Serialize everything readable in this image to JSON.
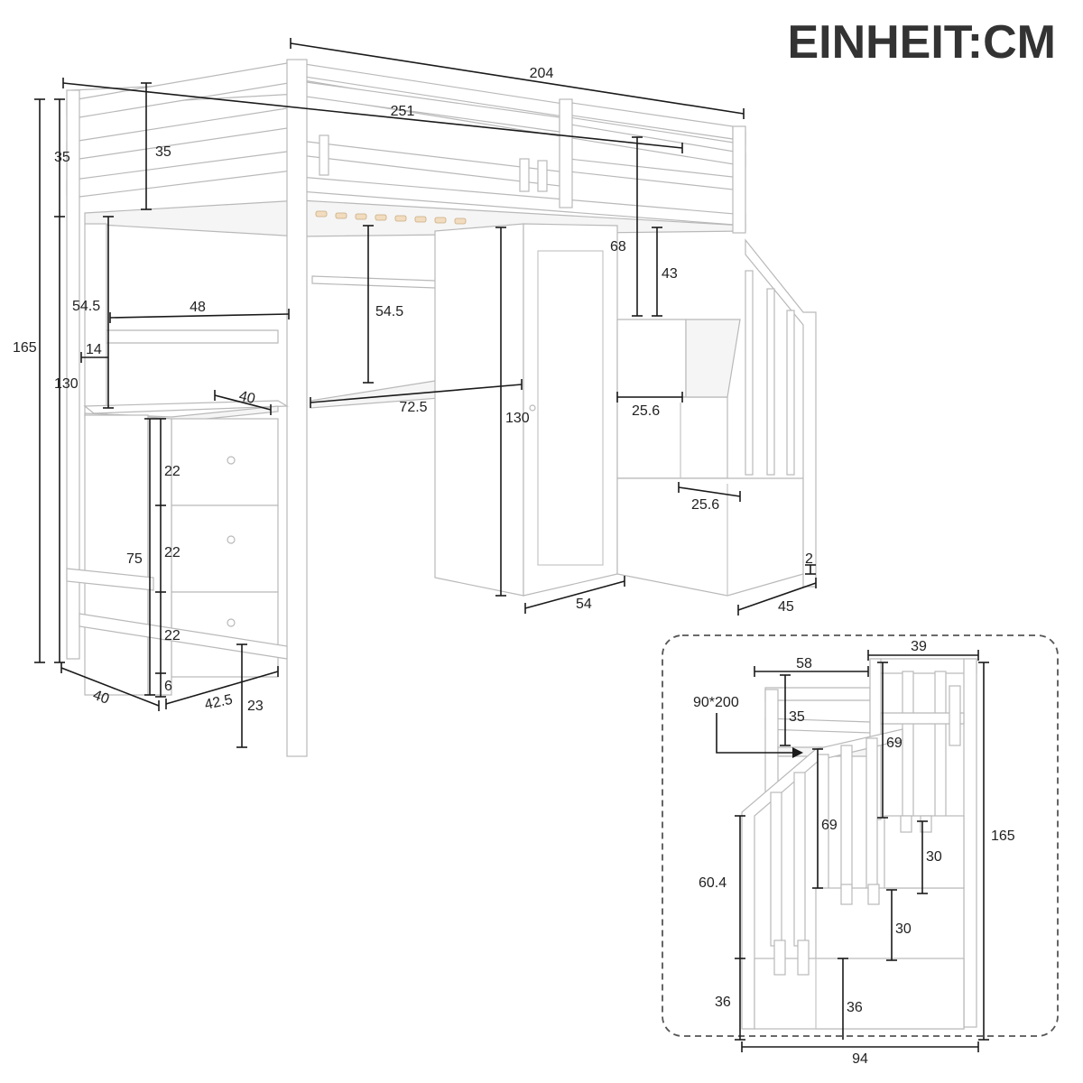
{
  "header": {
    "unit_title": "EINHEIT:CM"
  },
  "main_view": {
    "dims": {
      "total_length": "204",
      "diagonal_length": "251",
      "rail_height_left": "35",
      "rail_height_inner": "35",
      "total_height": "165",
      "shelf_height_left": "54.5",
      "shelf_width": "48",
      "desk_clearance": "54.5",
      "shelf_gap": "14",
      "left_height": "130",
      "drawer_depth": "40",
      "desk_width": "72.5",
      "wardrobe_height": "130",
      "drawer_1": "22",
      "drawer_2": "22",
      "drawer_3": "22",
      "drawer_base": "6",
      "dresser_height": "75",
      "depth_left": "40",
      "dresser_width": "42.5",
      "leg_clear": "23",
      "wardrobe_width": "54",
      "stair_gap_total": "68",
      "stair_gap_upper": "43",
      "step_depth_1": "25.6",
      "step_depth_2": "25.6",
      "base_offset": "2",
      "stair_width": "45"
    }
  },
  "inset_view": {
    "mattress_label": "90*200",
    "dims": {
      "bed_width": "58",
      "stair_top_width": "39",
      "rail_height": "35",
      "upper_rail": "69",
      "mid_rail": "69",
      "handrail_height": "60.4",
      "step_1": "30",
      "step_2": "30",
      "step_3": "36",
      "bottom_height": "36",
      "total_height": "165",
      "total_width": "94"
    }
  }
}
